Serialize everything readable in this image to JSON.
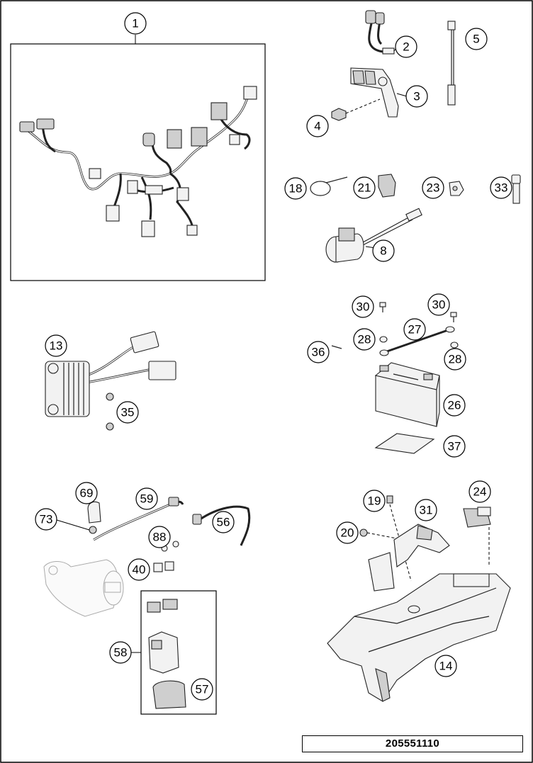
{
  "diagram": {
    "document_number": "205551110",
    "callouts": {
      "c1": "1",
      "c2": "2",
      "c3": "3",
      "c4": "4",
      "c5": "5",
      "c18": "18",
      "c21": "21",
      "c23": "23",
      "c33": "33",
      "c8": "8",
      "c13": "13",
      "c35": "35",
      "c30a": "30",
      "c30b": "30",
      "c27": "27",
      "c28a": "28",
      "c28b": "28",
      "c36": "36",
      "c26": "26",
      "c37": "37",
      "c69": "69",
      "c59": "59",
      "c73": "73",
      "c56": "56",
      "c88": "88",
      "c40": "40",
      "c58": "58",
      "c57": "57",
      "c24": "24",
      "c19": "19",
      "c31": "31",
      "c20": "20",
      "c14": "14"
    }
  }
}
